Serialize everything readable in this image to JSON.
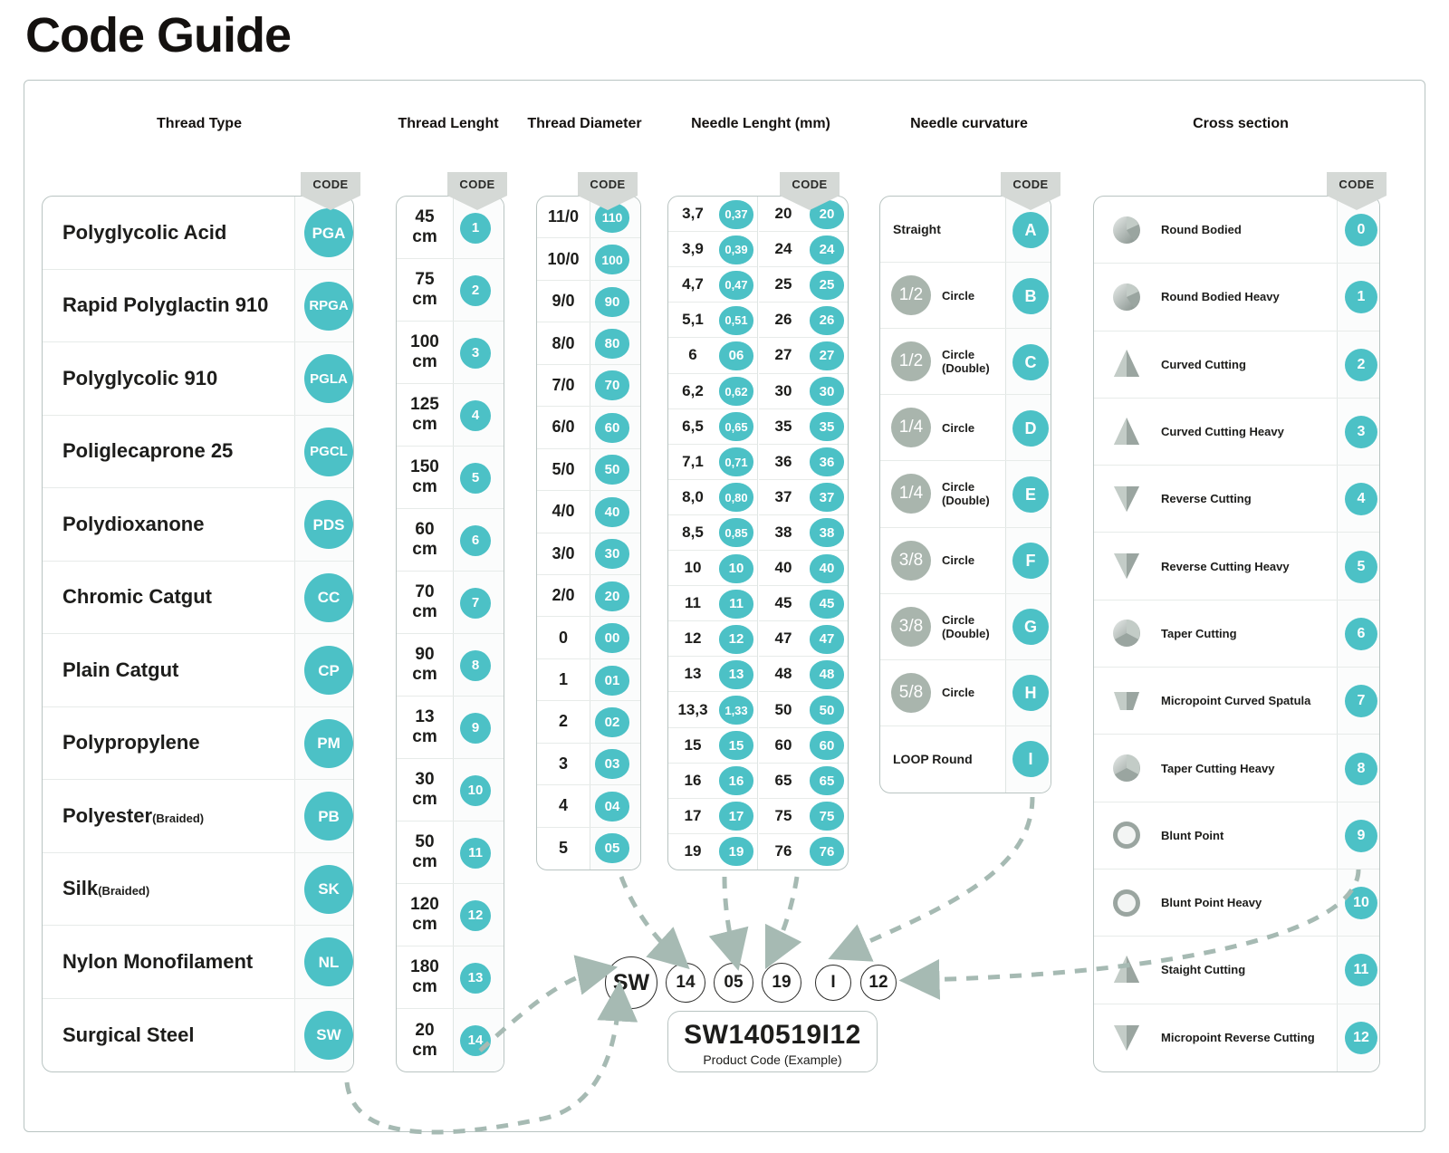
{
  "title": "Code Guide",
  "code_tab_label": "CODE",
  "columns": {
    "thread_type": {
      "header": "Thread Type",
      "items": [
        {
          "name": "Polyglycolic Acid",
          "sub": "",
          "code": "PGA"
        },
        {
          "name": "Rapid Polyglactin 910",
          "sub": "",
          "code": "RPGA"
        },
        {
          "name": "Polyglycolic 910",
          "sub": "",
          "code": "PGLA"
        },
        {
          "name": "Poliglecaprone 25",
          "sub": "",
          "code": "PGCL"
        },
        {
          "name": "Polydioxanone",
          "sub": "",
          "code": "PDS"
        },
        {
          "name": "Chromic Catgut",
          "sub": "",
          "code": "CC"
        },
        {
          "name": "Plain Catgut",
          "sub": "",
          "code": "CP"
        },
        {
          "name": "Polypropylene",
          "sub": "",
          "code": "PM"
        },
        {
          "name": "Polyester",
          "sub": "(Braided)",
          "code": "PB"
        },
        {
          "name": "Silk",
          "sub": "(Braided)",
          "code": "SK"
        },
        {
          "name": "Nylon Monofilament",
          "sub": "",
          "code": "NL"
        },
        {
          "name": "Surgical Steel",
          "sub": "",
          "code": "SW"
        }
      ]
    },
    "thread_length": {
      "header": "Thread Lenght",
      "unit": "cm",
      "items": [
        {
          "value": "45",
          "code": "1"
        },
        {
          "value": "75",
          "code": "2"
        },
        {
          "value": "100",
          "code": "3"
        },
        {
          "value": "125",
          "code": "4"
        },
        {
          "value": "150",
          "code": "5"
        },
        {
          "value": "60",
          "code": "6"
        },
        {
          "value": "70",
          "code": "7"
        },
        {
          "value": "90",
          "code": "8"
        },
        {
          "value": "13",
          "code": "9"
        },
        {
          "value": "30",
          "code": "10"
        },
        {
          "value": "50",
          "code": "11"
        },
        {
          "value": "120",
          "code": "12"
        },
        {
          "value": "180",
          "code": "13"
        },
        {
          "value": "20",
          "code": "14"
        }
      ]
    },
    "thread_diameter": {
      "header": "Thread Diameter",
      "items": [
        {
          "value": "11/0",
          "code": "110"
        },
        {
          "value": "10/0",
          "code": "100"
        },
        {
          "value": "9/0",
          "code": "90"
        },
        {
          "value": "8/0",
          "code": "80"
        },
        {
          "value": "7/0",
          "code": "70"
        },
        {
          "value": "6/0",
          "code": "60"
        },
        {
          "value": "5/0",
          "code": "50"
        },
        {
          "value": "4/0",
          "code": "40"
        },
        {
          "value": "3/0",
          "code": "30"
        },
        {
          "value": "2/0",
          "code": "20"
        },
        {
          "value": "0",
          "code": "00"
        },
        {
          "value": "1",
          "code": "01"
        },
        {
          "value": "2",
          "code": "02"
        },
        {
          "value": "3",
          "code": "03"
        },
        {
          "value": "4",
          "code": "04"
        },
        {
          "value": "5",
          "code": "05"
        }
      ]
    },
    "needle_length": {
      "header": "Needle Lenght (mm)",
      "items_left": [
        {
          "value": "3,7",
          "code": "0,37"
        },
        {
          "value": "3,9",
          "code": "0,39"
        },
        {
          "value": "4,7",
          "code": "0,47"
        },
        {
          "value": "5,1",
          "code": "0,51"
        },
        {
          "value": "6",
          "code": "06"
        },
        {
          "value": "6,2",
          "code": "0,62"
        },
        {
          "value": "6,5",
          "code": "0,65"
        },
        {
          "value": "7,1",
          "code": "0,71"
        },
        {
          "value": "8,0",
          "code": "0,80"
        },
        {
          "value": "8,5",
          "code": "0,85"
        },
        {
          "value": "10",
          "code": "10"
        },
        {
          "value": "11",
          "code": "11"
        },
        {
          "value": "12",
          "code": "12"
        },
        {
          "value": "13",
          "code": "13"
        },
        {
          "value": "13,3",
          "code": "1,33"
        },
        {
          "value": "15",
          "code": "15"
        },
        {
          "value": "16",
          "code": "16"
        },
        {
          "value": "17",
          "code": "17"
        },
        {
          "value": "19",
          "code": "19"
        }
      ],
      "items_right": [
        {
          "value": "20",
          "code": "20"
        },
        {
          "value": "24",
          "code": "24"
        },
        {
          "value": "25",
          "code": "25"
        },
        {
          "value": "26",
          "code": "26"
        },
        {
          "value": "27",
          "code": "27"
        },
        {
          "value": "30",
          "code": "30"
        },
        {
          "value": "35",
          "code": "35"
        },
        {
          "value": "36",
          "code": "36"
        },
        {
          "value": "37",
          "code": "37"
        },
        {
          "value": "38",
          "code": "38"
        },
        {
          "value": "40",
          "code": "40"
        },
        {
          "value": "45",
          "code": "45"
        },
        {
          "value": "47",
          "code": "47"
        },
        {
          "value": "48",
          "code": "48"
        },
        {
          "value": "50",
          "code": "50"
        },
        {
          "value": "60",
          "code": "60"
        },
        {
          "value": "65",
          "code": "65"
        },
        {
          "value": "75",
          "code": "75"
        },
        {
          "value": "76",
          "code": "76"
        }
      ]
    },
    "needle_curvature": {
      "header": "Needle curvature",
      "items": [
        {
          "fraction": "",
          "label": "Straight",
          "code": "A"
        },
        {
          "fraction": "1/2",
          "label": "Circle",
          "code": "B"
        },
        {
          "fraction": "1/2",
          "label": "Circle (Double)",
          "code": "C"
        },
        {
          "fraction": "1/4",
          "label": "Circle",
          "code": "D"
        },
        {
          "fraction": "1/4",
          "label": "Circle (Double)",
          "code": "E"
        },
        {
          "fraction": "3/8",
          "label": "Circle",
          "code": "F"
        },
        {
          "fraction": "3/8",
          "label": "Circle (Double)",
          "code": "G"
        },
        {
          "fraction": "5/8",
          "label": "Circle",
          "code": "H"
        },
        {
          "fraction": "",
          "label": "LOOP Round",
          "code": "I"
        }
      ]
    },
    "cross_section": {
      "header": "Cross section",
      "items": [
        {
          "label": "Round Bodied",
          "icon": "round-bodied-icon",
          "code": "0"
        },
        {
          "label": "Round Bodied Heavy",
          "icon": "round-bodied-heavy-icon",
          "code": "1"
        },
        {
          "label": "Curved Cutting",
          "icon": "curved-cutting-icon",
          "code": "2"
        },
        {
          "label": "Curved Cutting Heavy",
          "icon": "curved-cutting-heavy-icon",
          "code": "3"
        },
        {
          "label": "Reverse Cutting",
          "icon": "reverse-cutting-icon",
          "code": "4"
        },
        {
          "label": "Reverse Cutting Heavy",
          "icon": "reverse-cutting-heavy-icon",
          "code": "5"
        },
        {
          "label": "Taper Cutting",
          "icon": "taper-cutting-icon",
          "code": "6"
        },
        {
          "label": "Micropoint Curved Spatula",
          "icon": "micropoint-curved-spatula-icon",
          "code": "7"
        },
        {
          "label": "Taper Cutting Heavy",
          "icon": "taper-cutting-heavy-icon",
          "code": "8"
        },
        {
          "label": "Blunt Point",
          "icon": "blunt-point-icon",
          "code": "9"
        },
        {
          "label": "Blunt Point Heavy",
          "icon": "blunt-point-heavy-icon",
          "code": "10"
        },
        {
          "label": "Staight Cutting",
          "icon": "straight-cutting-icon",
          "code": "11"
        },
        {
          "label": "Micropoint Reverse Cutting",
          "icon": "micropoint-reverse-cutting-icon",
          "code": "12"
        }
      ]
    }
  },
  "example": {
    "tokens": [
      "SW",
      "14",
      "05",
      "19",
      "I",
      "12"
    ],
    "result_code": "SW140519I12",
    "caption": "Product Code (Example)"
  },
  "colors": {
    "accent": "#4cc1c6",
    "grey_circle": "#a9b5ad",
    "tab_grey": "#d5d9d6",
    "border": "#b9c4c2"
  }
}
